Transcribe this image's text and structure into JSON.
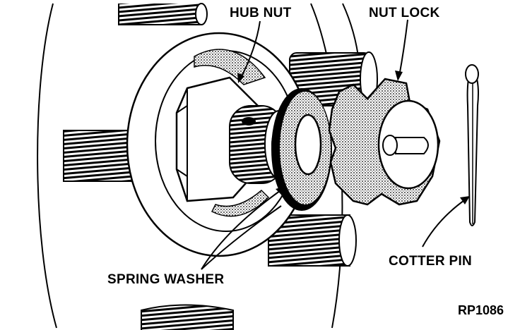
{
  "labels": {
    "hub_nut": "HUB NUT",
    "nut_lock": "NUT LOCK",
    "cotter_pin": "COTTER PIN",
    "spring_washer": "SPRING WASHER"
  },
  "reference": "RP1086",
  "colors": {
    "ink": "#000000",
    "paper": "#ffffff"
  }
}
